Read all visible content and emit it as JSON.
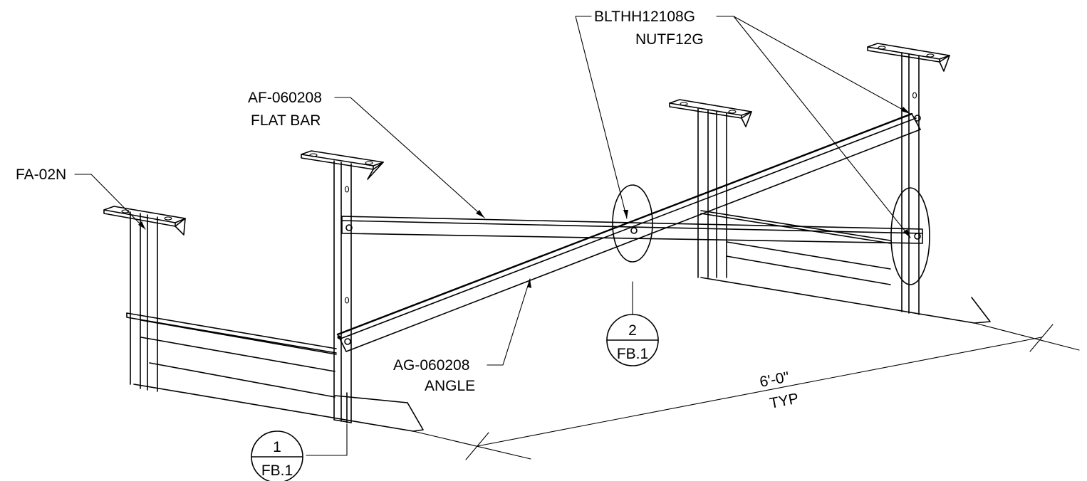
{
  "callouts": {
    "fa": "FA-02N",
    "af_part": "AF-060208",
    "af_desc": "FLAT BAR",
    "ag_part": "AG-060208",
    "ag_desc": "ANGLE",
    "bolt": "BLTHH12108G",
    "nut": "NUTF12G"
  },
  "dimension": {
    "value": "6'-0\"",
    "note": "TYP"
  },
  "details": [
    {
      "number": "1",
      "sheet": "FB.1"
    },
    {
      "number": "2",
      "sheet": "FB.1"
    }
  ]
}
